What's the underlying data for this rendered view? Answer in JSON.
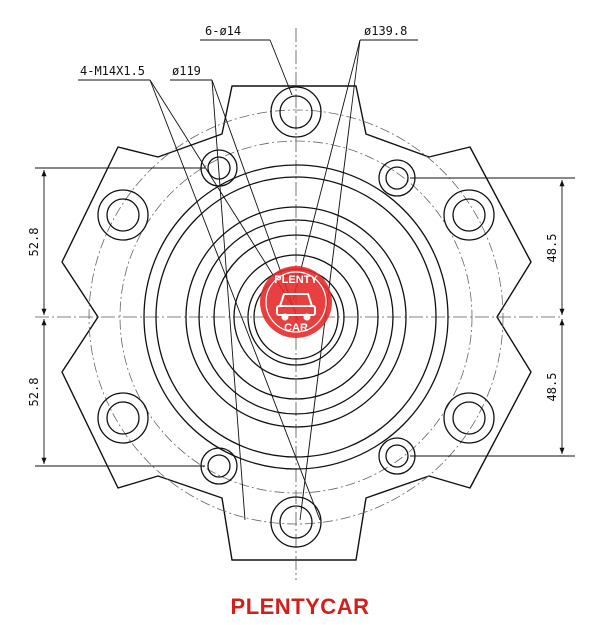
{
  "callouts": {
    "bolt_holes": "6-ø14",
    "pcd_outer": "ø139.8",
    "thread": "4-M14X1.5",
    "pcd_inner": "ø119"
  },
  "dimensions": {
    "left_upper": "52.8",
    "left_lower": "52.8",
    "right_upper": "48.5",
    "right_lower": "48.5"
  },
  "watermark": {
    "top_text": "PLENTY",
    "bottom_text": "CAR"
  },
  "brand": {
    "name": "PLENTYCAR",
    "color": "#d0201c"
  },
  "colors": {
    "line": "#111111",
    "logo": "#e52b2b"
  }
}
